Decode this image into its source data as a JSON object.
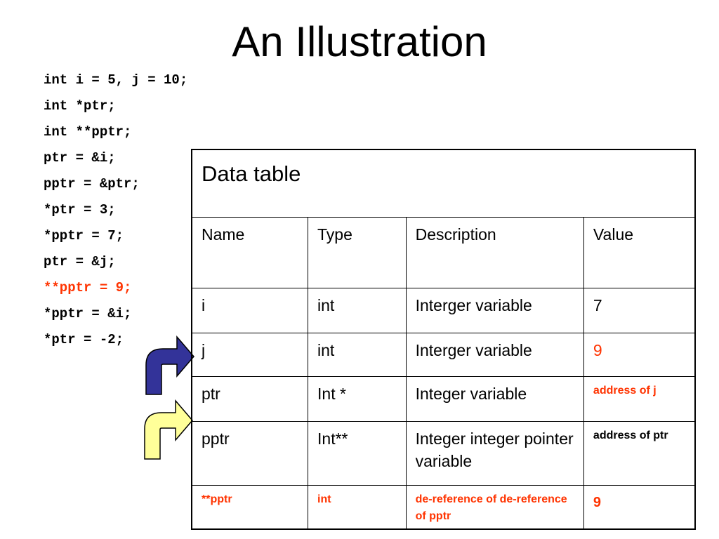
{
  "title": "An Illustration",
  "code_lines": [
    "int i = 5, j = 10;",
    "int *ptr;",
    "int **pptr;",
    "ptr = &i;",
    "pptr = &ptr;",
    "*ptr = 3;",
    "*pptr = 7;",
    "ptr = &j;",
    "**pptr = 9;",
    "*pptr = &i;",
    "*ptr = -2;"
  ],
  "colors": {
    "highlight": "#ff3300",
    "arrow_blue": "#333399",
    "arrow_yellow": "#ffff99"
  },
  "table": {
    "caption": "Data table",
    "headers": [
      "Name",
      "Type",
      "Description",
      "Value"
    ],
    "rows": [
      [
        "i",
        "int",
        "Interger variable",
        "7"
      ],
      [
        "j",
        "int",
        "Interger variable",
        "9"
      ],
      [
        "ptr",
        "Int *",
        "Integer variable",
        "address of j"
      ],
      [
        "pptr",
        "Int**",
        "Integer integer pointer variable",
        "address of ptr"
      ],
      [
        "**pptr",
        "int",
        "de-reference of de-reference of pptr",
        "9"
      ]
    ]
  }
}
